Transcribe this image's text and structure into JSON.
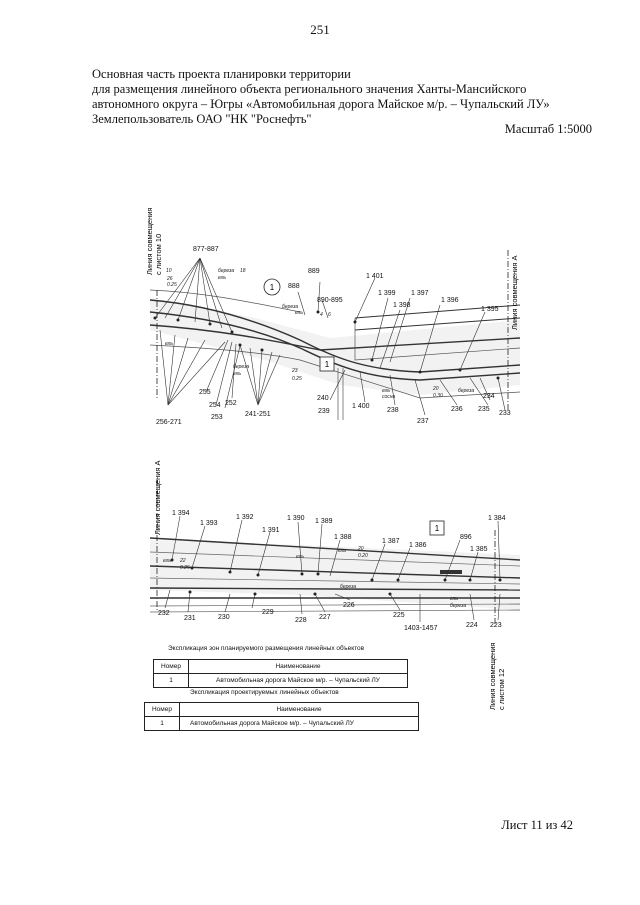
{
  "page_number": "251",
  "header_lines": [
    "Основная часть проекта планировки территории",
    "для размещения линейного объекта регионального значения Ханты-Мансийского",
    "автономного округа – Югры  «Автомобильная дорога Майское м/р. – Чупальский ЛУ»",
    "Землепользователь ОАО \"НК \"Роснефть\""
  ],
  "scale": "Масштаб 1:5000",
  "sheet": "Лист 11 из 42",
  "drawing_top": {
    "left_match_line": [
      "Линия совмещения",
      "с листом 10"
    ],
    "right_match_line": "Линия совмещения А",
    "zone_marker": "1",
    "object_marker": "1",
    "labels": {
      "l877": "877-887",
      "l889": "889",
      "l888": "888",
      "l890": "890-895",
      "l1401": "1 401",
      "l1399": "1 399",
      "l1397": "1 397",
      "l1398": "1 398",
      "l1396": "1 396",
      "l1395": "1 395",
      "l255": "255",
      "l254": "254",
      "l252": "252",
      "l253": "253",
      "l256": "256-271",
      "l241": "241-251",
      "l240": "240",
      "l239": "239",
      "l1400": "1 400",
      "l238": "238",
      "l237": "237",
      "l236": "236",
      "l235": "235",
      "l234": "234",
      "l233": "233"
    },
    "veg": {
      "v1": "береза",
      "v2": "ель",
      "v3": "береза",
      "v4": "ель",
      "v5": "ель",
      "v6": "сосна",
      "v7": "береза",
      "v8": "ель",
      "v9": "ель",
      "v10": "береза",
      "f1": "10",
      "f2": "26",
      "f3": "0.25",
      "f4": "18",
      "f5": "23",
      "f6": "0.25",
      "f7": "20",
      "f8": "0.30",
      "f9": "4",
      "f10": "6"
    }
  },
  "drawing_bottom": {
    "left_match_line": "Линия совмещения А",
    "right_match_line": [
      "Линия совмещения",
      "с листом 12"
    ],
    "object_marker": "1",
    "labels": {
      "l1394": "1 394",
      "l1393": "1 393",
      "l1392": "1 392",
      "l1391": "1 391",
      "l1390": "1 390",
      "l1389": "1 389",
      "l1388": "1 388",
      "l1387": "1 387",
      "l1386": "1 386",
      "l896": "896",
      "l1385": "1 385",
      "l1384": "1 384",
      "l232": "232",
      "l231": "231",
      "l230": "230",
      "l229": "229",
      "l228": "228",
      "l227": "227",
      "l226": "226",
      "l225": "225",
      "l1403": "1403-1457",
      "l224": "224",
      "l223": "223"
    },
    "veg": {
      "v1": "ель",
      "v2": "ель",
      "v3": "ель",
      "v4": "береза",
      "v5": "ель",
      "v6": "береза",
      "f1": "22",
      "f2": "0.25",
      "f3": "20",
      "f4": "0.20"
    }
  },
  "table_zones": {
    "caption": "Экспликация зон планируемого размещения линейных объектов",
    "col_number": "Номер",
    "col_name": "Наименование",
    "rows": [
      {
        "number": "1",
        "name": "Автомобильная дорога Майское м/р. – Чупальский ЛУ"
      }
    ]
  },
  "table_objects": {
    "caption": "Экспликация проектируемых линейных объектов",
    "col_number": "Номер",
    "col_name": "Наименование",
    "rows": [
      {
        "number": "1",
        "name": "Автомобильная дорога Майское м/р. – Чупальский ЛУ"
      }
    ]
  }
}
